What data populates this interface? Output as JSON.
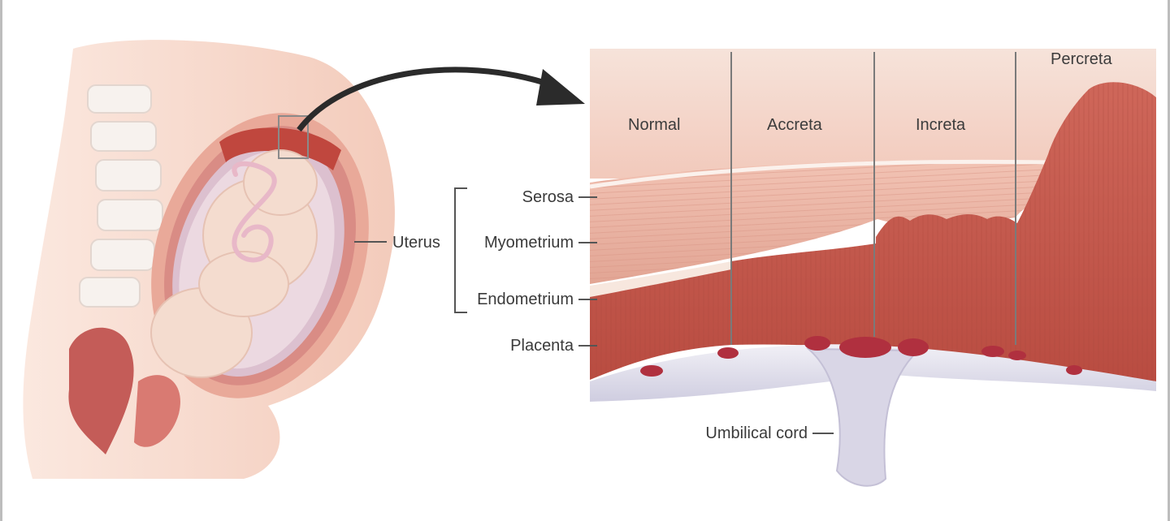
{
  "labels": {
    "uterus": "Uterus",
    "serosa": "Serosa",
    "myometrium": "Myometrium",
    "endometrium": "Endometrium",
    "placenta": "Placenta",
    "umbilical_cord": "Umbilical cord"
  },
  "regions": {
    "normal": "Normal",
    "accreta": "Accreta",
    "increta": "Increta",
    "percreta": "Percreta"
  },
  "colors": {
    "skin": "#f6d9cc",
    "muscle": "#c65a4e",
    "muscle_dark": "#a9433a",
    "myometrium_layer": "#e9b2a2",
    "fetus": "#f4ddd0",
    "amnion": "#d9c3d0",
    "placenta_vessel": "#b23040",
    "placenta_membrane": "#e6e4ef",
    "arrow": "#2b2b2b"
  }
}
